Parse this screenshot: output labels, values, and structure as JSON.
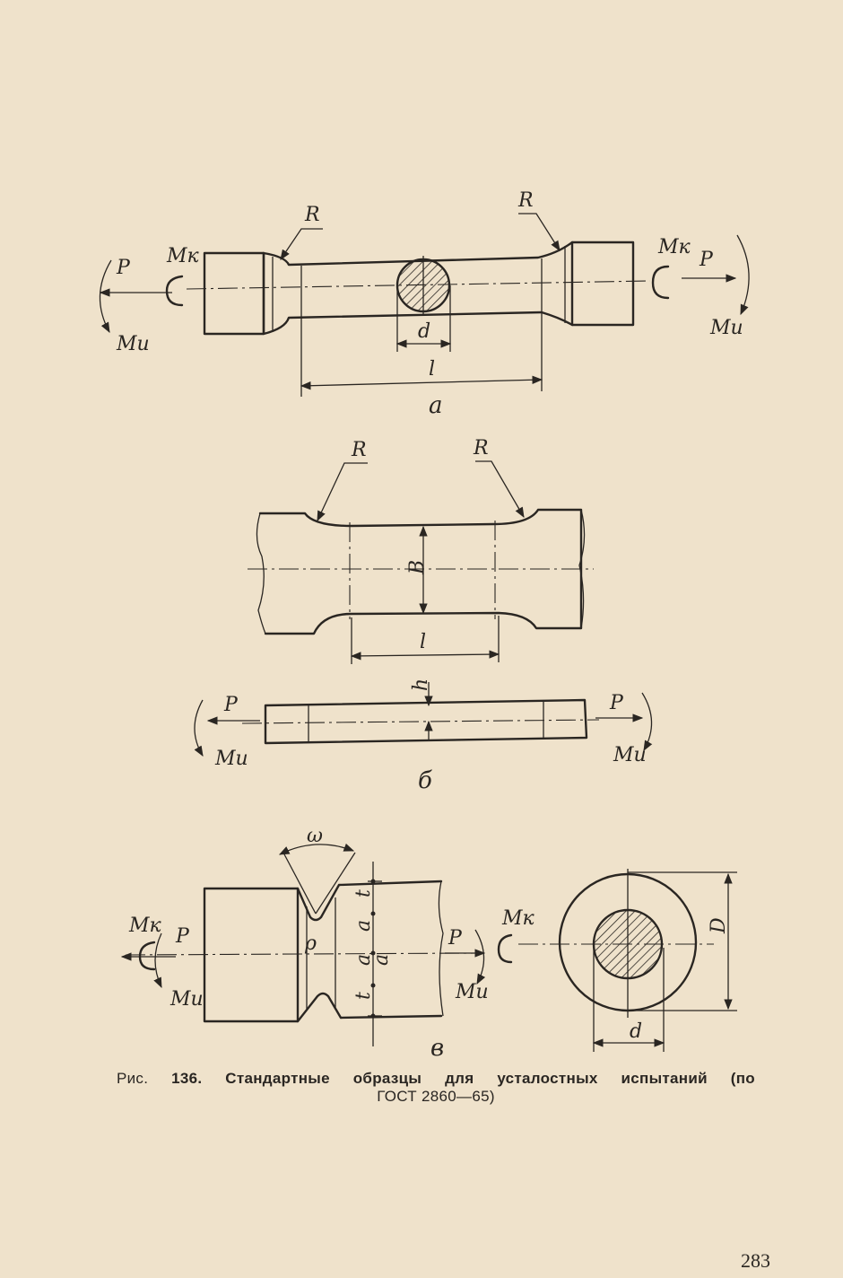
{
  "figure": {
    "a": {
      "letter": "a",
      "labels": {
        "R_left": "R",
        "R_right": "R",
        "Mk_left": "Мк",
        "Mk_right": "Мк",
        "P_left": "P",
        "P_right": "P",
        "Mi_left": "Ми",
        "Mi_right": "Ми",
        "d": "d",
        "l": "l"
      }
    },
    "b": {
      "letter": "б",
      "labels": {
        "R_left": "R",
        "R_right": "R",
        "B": "B",
        "l": "l",
        "h": "h",
        "P_left": "P",
        "P_right": "P",
        "Mi_left": "Ми",
        "Mi_right": "Ми"
      }
    },
    "v": {
      "letter": "в",
      "labels": {
        "omega": "ω",
        "rho": "ρ",
        "t_top": "t",
        "a1": "a",
        "a2": "a",
        "a3": "a",
        "t_bottom": "t",
        "Mk_left": "Мк",
        "P_left": "P",
        "Mi_left": "Ми",
        "P_right": "P",
        "Mi_right": "Ми",
        "Mk_right": "Мк",
        "D": "D",
        "d": "d"
      }
    }
  },
  "caption": {
    "line1_words": [
      "Рис.",
      "136.",
      "Стандартные",
      "образцы",
      "для",
      "усталостных",
      "испытаний",
      "(по"
    ],
    "line2": "ГОСТ 2860—65)"
  },
  "page_number": "283"
}
